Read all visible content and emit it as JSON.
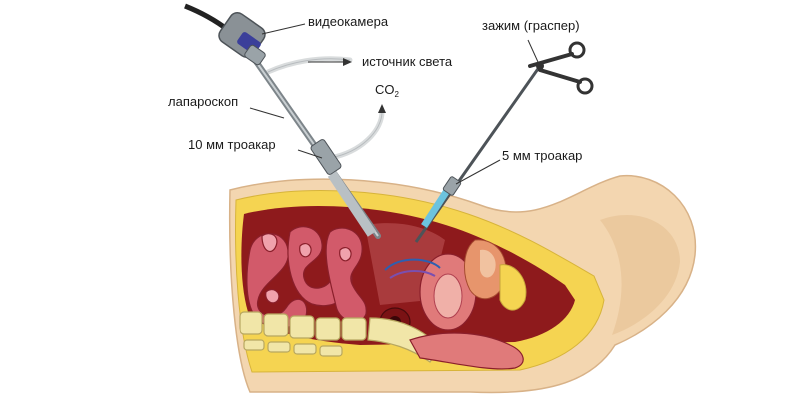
{
  "labels": {
    "camera": "видеокамера",
    "light_source": "источник света",
    "co2_main": "CO",
    "co2_sub": "2",
    "laparoscope": "лапароскоп",
    "trocar_10mm": "10 мм троакар",
    "grasper": "зажим (граспер)",
    "trocar_5mm": "5 мм троакар"
  },
  "colors": {
    "skin": "#f3d6b0",
    "skin_shadow": "#e6bf93",
    "fat": "#f5d451",
    "cavity": "#8e1a1c",
    "cavity_dark": "#5e0d10",
    "intestine": "#d25a6a",
    "intestine_light": "#f0a2ac",
    "bone": "#f1e6a8",
    "bone_line": "#b7a760",
    "instrument": "#9aa3a8",
    "instrument_dark": "#4d5358",
    "tube": "#d9dcdd",
    "trocar_tip": "#6cc3df",
    "leader": "#333333"
  }
}
